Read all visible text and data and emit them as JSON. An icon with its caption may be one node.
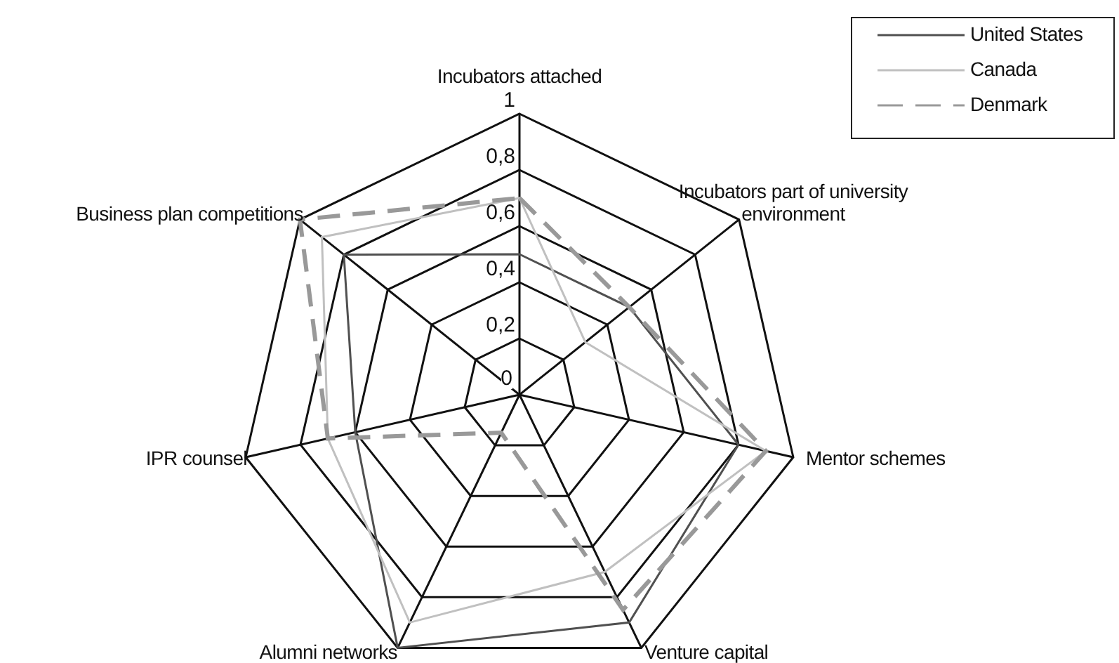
{
  "diagram": {
    "chart_data": {
      "type": "radar",
      "categories": [
        "Incubators attached",
        "Incubators part of university environment",
        "Mentor schemes",
        "Venture capital",
        "Alumni networks",
        "IPR counsel",
        "Business plan competitions"
      ],
      "ylim": [
        0,
        1
      ],
      "yticks": [
        {
          "value": 0,
          "label": "0"
        },
        {
          "value": 0.2,
          "label": "0,2"
        },
        {
          "value": 0.4,
          "label": "0,4"
        },
        {
          "value": 0.6,
          "label": "0,6"
        },
        {
          "value": 0.8,
          "label": "0,8"
        },
        {
          "value": 1,
          "label": "1"
        }
      ],
      "series": [
        {
          "name": "United States",
          "color": "#505050",
          "values": [
            0.5,
            0.5,
            0.8,
            0.9,
            1.0,
            0.6,
            0.8
          ]
        },
        {
          "name": "Canada",
          "color": "#c0c0c0",
          "values": [
            0.7,
            0.3,
            0.9,
            0.7,
            0.9,
            0.7,
            0.9
          ]
        },
        {
          "name": "Denmark",
          "color": "#999999",
          "values": [
            0.7,
            0.5,
            0.9,
            0.85,
            0.15,
            0.7,
            1.0
          ]
        }
      ],
      "legend": true
    }
  }
}
